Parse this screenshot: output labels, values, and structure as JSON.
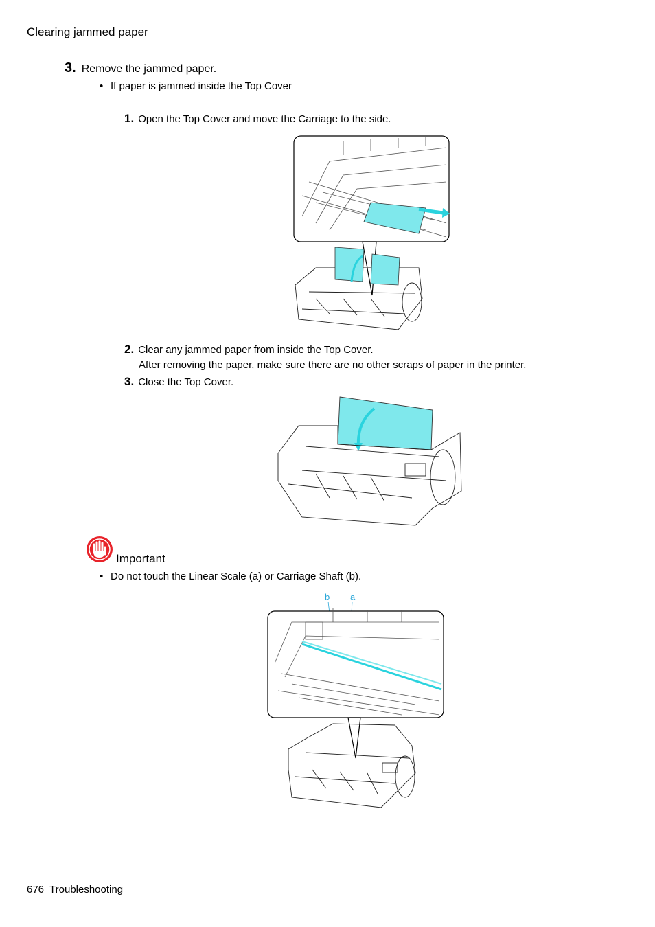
{
  "header": {
    "title": "Clearing jammed paper"
  },
  "step3": {
    "number": "3.",
    "text": "Remove the jammed paper."
  },
  "bullet1": {
    "text": "If paper is jammed inside the Top Cover"
  },
  "substeps": [
    {
      "number": "1.",
      "text": "Open the Top Cover and move the Carriage to the side."
    },
    {
      "number": "2.",
      "text": "Clear any jammed paper from inside the Top Cover.",
      "detail": "After removing the paper, make sure there are no other scraps of paper in the printer."
    },
    {
      "number": "3.",
      "text": "Close the Top Cover."
    }
  ],
  "important": {
    "label": "Important",
    "bullet": "Do not touch the Linear Scale (a) or Carriage Shaft (b).",
    "callout_b": "b",
    "callout_a": "a"
  },
  "footer": {
    "page": "676",
    "section": "Troubleshooting"
  },
  "colors": {
    "highlight": "#7fe8ec",
    "important_red": "#e8232a",
    "callout": "#2aa7d9"
  }
}
